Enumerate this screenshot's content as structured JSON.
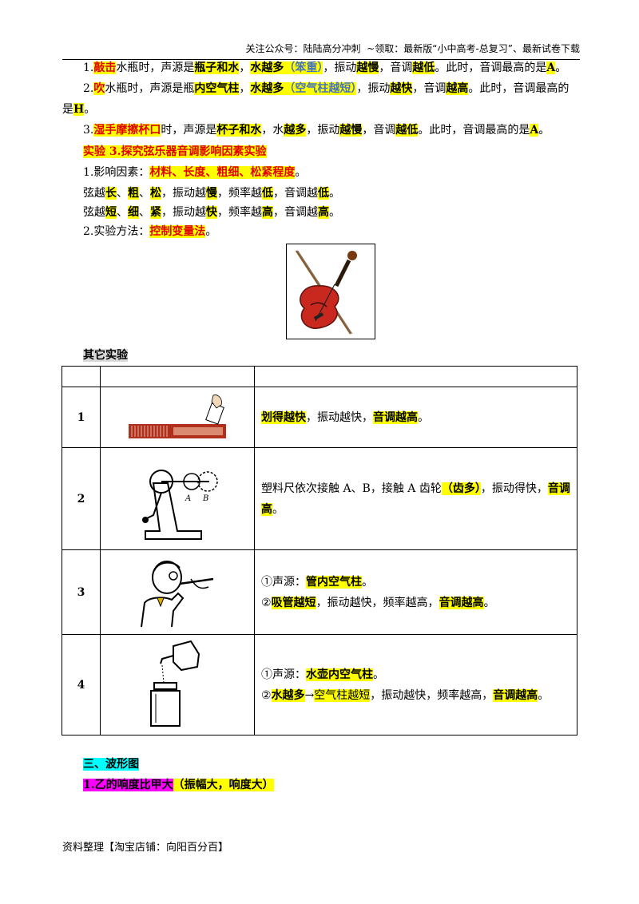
{
  "header": {
    "left": "关注公众号：陆陆高分冲刺",
    "right": "~领取：最新版“小中高考-总复习”、最新试卷下载"
  },
  "line1": {
    "num": "1.",
    "action": "敲击",
    "t1": "水瓶时，声源是",
    "source": "瓶子和水",
    "t2": "，",
    "more": "水越多",
    "paren": "（笨重）",
    "t3": "，振动",
    "slow": "越慢",
    "t4": "，音调",
    "low": "越低",
    "t5": "。此时，音调最高的是",
    "answer": "A",
    "t6": "。"
  },
  "line2": {
    "num": "2.",
    "action": "吹",
    "t1": "水瓶时，声源是瓶",
    "source": "内空气柱",
    "t2": "，",
    "more": "水越多",
    "paren": "（空气柱越短）",
    "t3": "，振动",
    "fast": "越快",
    "t4": "，音调",
    "high": "越高",
    "t5": "。此时，音调最高的",
    "t6": "是",
    "answer": "H",
    "t7": "。"
  },
  "line3": {
    "num": "3.",
    "action": "湿手摩擦杯口",
    "t1": "时，声源是",
    "source": "杯子和水",
    "t2": "，水",
    "more": "越多",
    "t3": "，振动",
    "slow": "越慢",
    "t4": "，音调",
    "low": "越低",
    "t5": "。此时，音调最高的是",
    "answer": "A",
    "t6": "。"
  },
  "exp3": {
    "title": "实验 3.探究弦乐器音调影响因素实验",
    "factors_label": "1.影响因素：",
    "factors": "材料、长度、粗细、松紧程度",
    "factors_end": "。",
    "row1": {
      "p1": "弦越",
      "a": "长",
      "s1": "、",
      "b": "粗",
      "s2": "、",
      "c": "松",
      "p2": "，振动越",
      "d": "慢",
      "p3": "，频率越",
      "e": "低",
      "p4": "，音调越",
      "f": "低",
      "p5": "。"
    },
    "row2": {
      "p1": "弦越",
      "a": "短",
      "s1": "、",
      "b": "细",
      "s2": "、",
      "c": "紧",
      "p2": "，振动越",
      "d": "快",
      "p3": "，频率越",
      "e": "高",
      "p4": "，音调越",
      "f": "高",
      "p5": "。"
    },
    "method_label": "2.实验方法：",
    "method": "控制变量法",
    "method_end": "。"
  },
  "other": {
    "title": "其它实验",
    "rows": [
      {
        "num": "1",
        "icon": "comb-card-icon",
        "d1a": "划得越快",
        "d1b": "，振动越快，",
        "d1c": "音调越高",
        "d1d": "。"
      },
      {
        "num": "2",
        "icon": "gear-wheel-icon",
        "d1a": "塑料尺依次接触 A、B，接触 A 齿轮",
        "d1b": "（齿多）",
        "d1c": "，振动得快，",
        "d1d": "音调",
        "d2a": "高",
        "d2b": "。"
      },
      {
        "num": "3",
        "icon": "straw-flute-icon",
        "d1a": "①声源：",
        "d1b": "管内空气柱",
        "d1c": "。",
        "d2a": "②",
        "d2b": "吸管越短",
        "d2c": "，振动越快，频率越高，",
        "d2d": "音调越高",
        "d2e": "。"
      },
      {
        "num": "4",
        "icon": "kettle-bottle-icon",
        "d1a": "①声源：",
        "d1b": "水壶内空气柱",
        "d1c": "。",
        "d2a": "②",
        "d2b": "水越多",
        "d2c": "→",
        "d2d": "空气柱越短",
        "d2e": "，振动越快，频率越高，",
        "d2f": "音调越高",
        "d2g": "。"
      }
    ]
  },
  "section3": {
    "title": "三、波形图",
    "sub": "1.乙的响度比甲大",
    "sub_paren": "（振幅大，响度大）"
  },
  "footer": "资料整理【淘宝店铺：向阳百分百】",
  "colors": {
    "highlight": "#ffff00",
    "red": "#e00000",
    "blue": "#4472c4",
    "cyan": "#00ffff",
    "magenta": "#ff00ff"
  }
}
